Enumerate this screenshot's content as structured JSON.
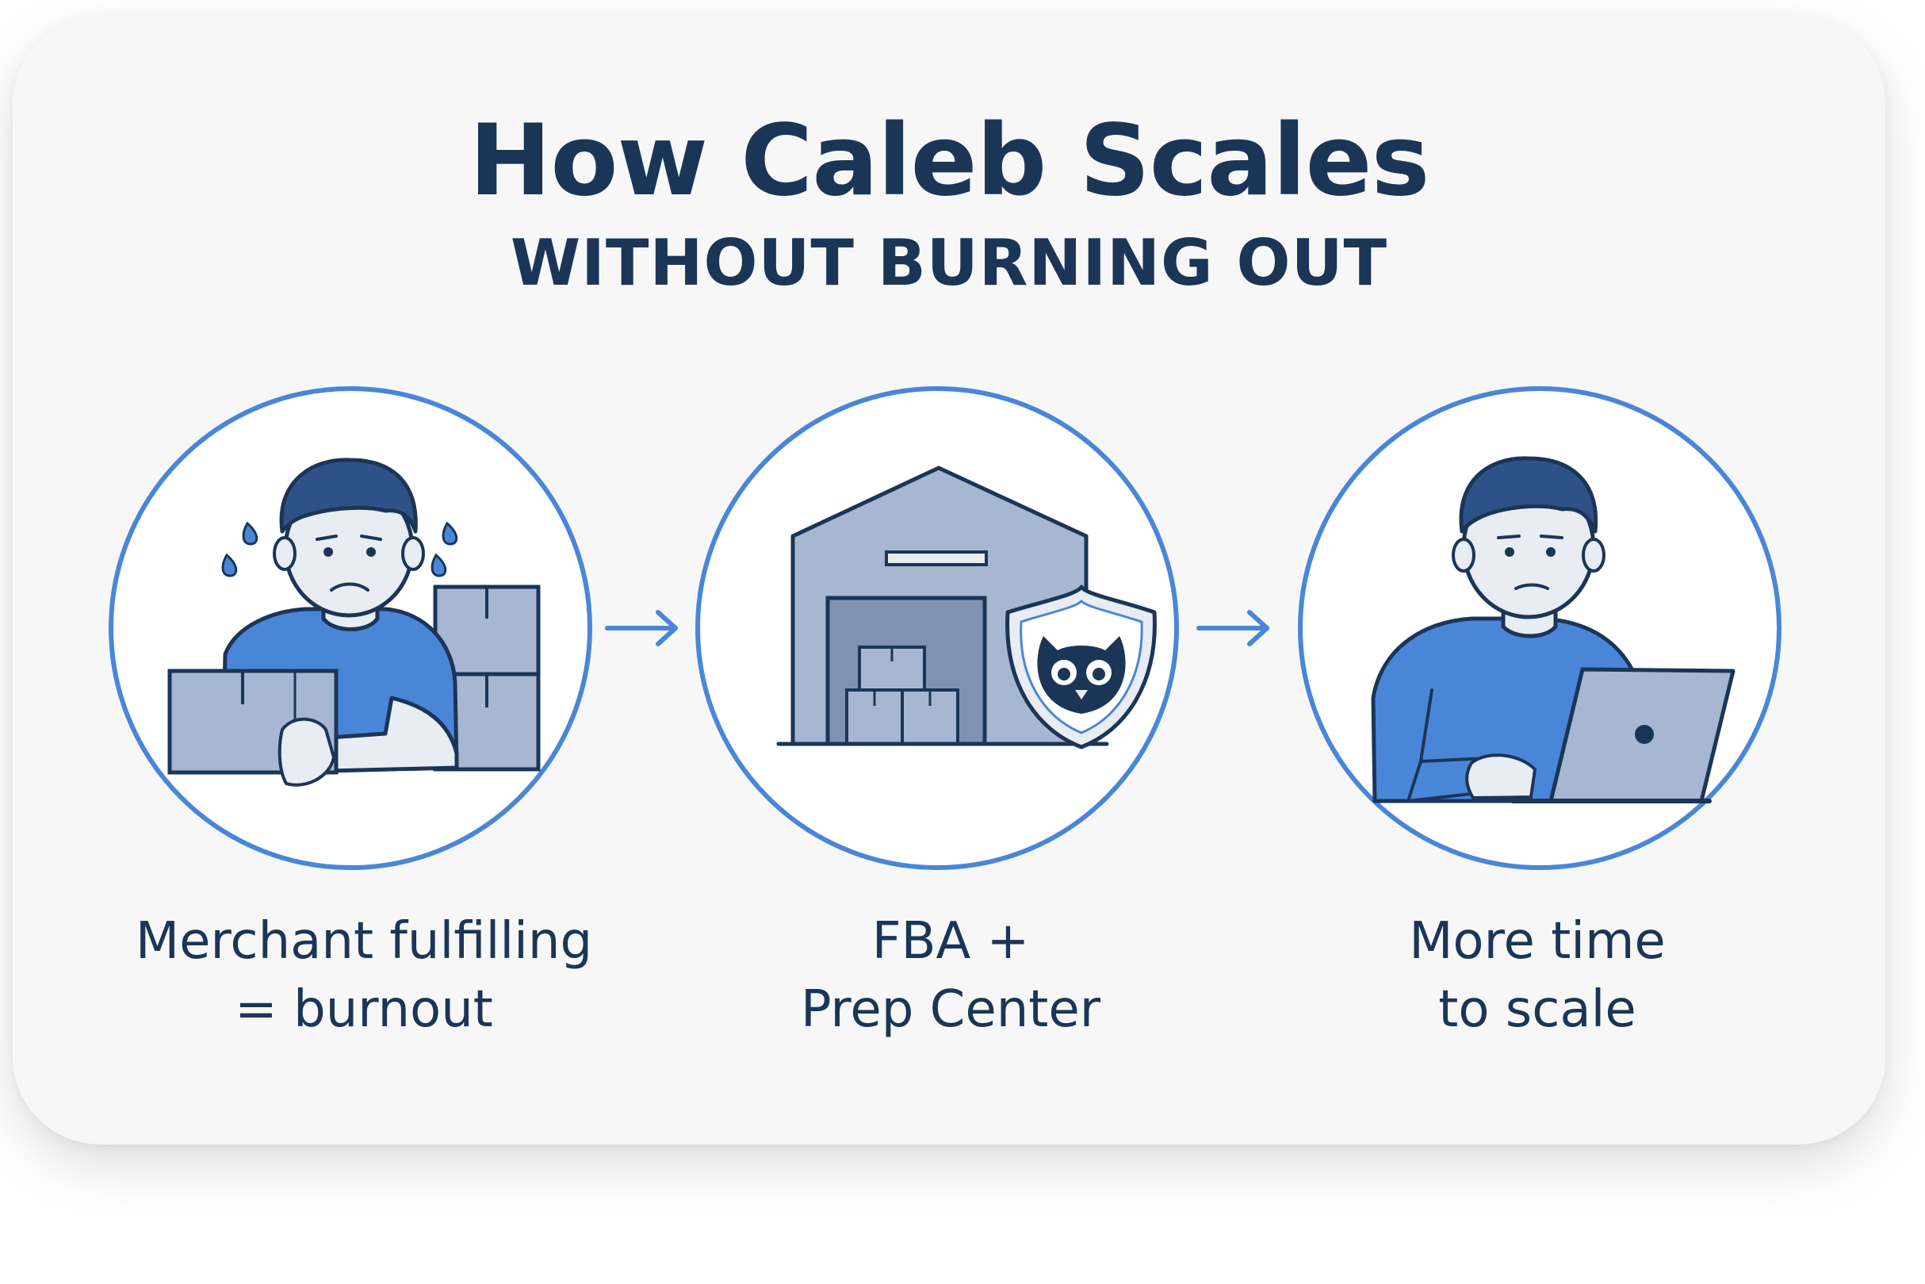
{
  "header": {
    "title": "How Caleb Scales",
    "subtitle": "WITHOUT BURNING OUT"
  },
  "steps": [
    {
      "line1": "Merchant fulfilling",
      "line2": "= burnout",
      "icon": "stressed-person-with-boxes-icon"
    },
    {
      "line1": "FBA +",
      "line2": "Prep Center",
      "icon": "warehouse-with-owl-shield-icon"
    },
    {
      "line1": "More time",
      "line2": "to scale",
      "icon": "person-on-laptop-icon"
    }
  ],
  "colors": {
    "navy": "#1b3557",
    "accent_blue": "#4a86d8",
    "slate": "#a7b6d1",
    "slate_dark": "#7f92b2",
    "skin": "#e8ecf3",
    "card_bg": "#f7f7f8"
  }
}
